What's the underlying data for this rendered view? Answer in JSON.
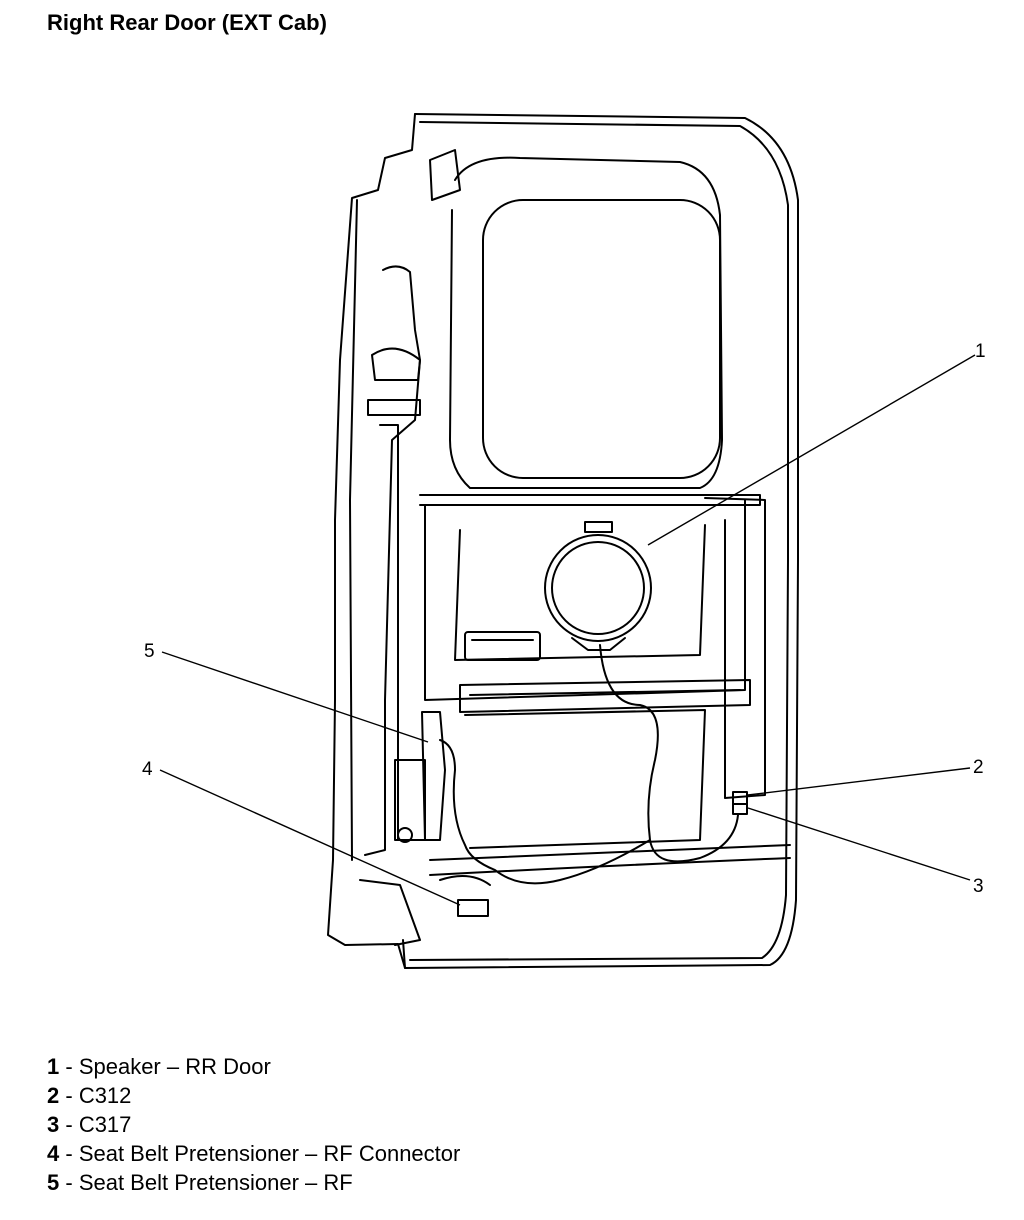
{
  "title": "Right Rear Door (EXT Cab)",
  "callouts": [
    {
      "num": "1"
    },
    {
      "num": "2"
    },
    {
      "num": "3"
    },
    {
      "num": "4"
    },
    {
      "num": "5"
    }
  ],
  "legend": [
    {
      "num": "1",
      "sep": " - ",
      "text": "Speaker – RR Door"
    },
    {
      "num": "2",
      "sep": " - ",
      "text": "C312"
    },
    {
      "num": "3",
      "sep": " - ",
      "text": "C317"
    },
    {
      "num": "4",
      "sep": " - ",
      "text": "Seat Belt Pretensioner – RF Connector"
    },
    {
      "num": "5",
      "sep": " - ",
      "text": "Seat Belt Pretensioner – RF"
    }
  ]
}
